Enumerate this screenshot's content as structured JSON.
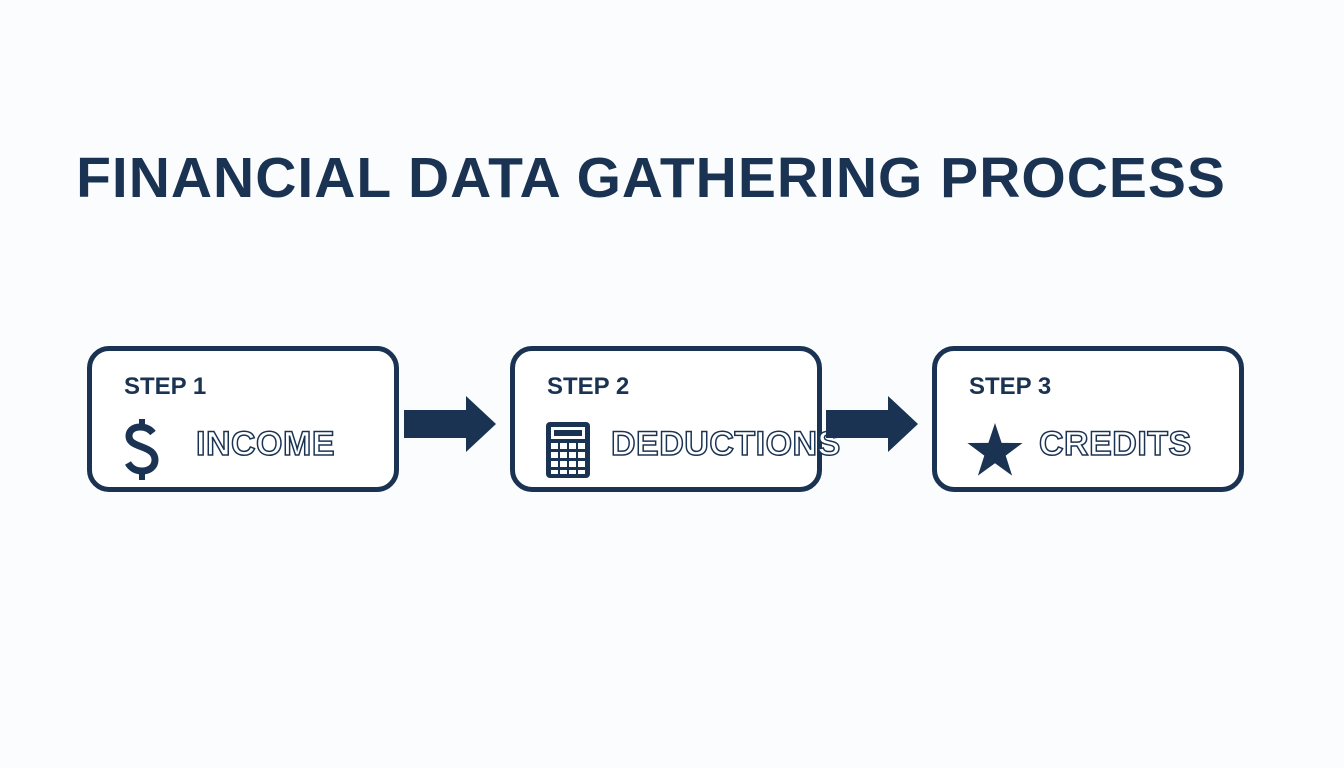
{
  "title": "FINANCIAL DATA GATHERING PROCESS",
  "colors": {
    "primary": "#1a3352",
    "background": "#fbfcfd",
    "box_fill": "#ffffff"
  },
  "steps": [
    {
      "label": "STEP 1",
      "name": "INCOME",
      "icon": "dollar-icon"
    },
    {
      "label": "STEP 2",
      "name": "DEDUCTIONS",
      "icon": "calculator-icon"
    },
    {
      "label": "STEP 3",
      "name": "CREDITS",
      "icon": "star-icon"
    }
  ],
  "connectors": [
    {
      "from": "STEP 1",
      "to": "STEP 2",
      "icon": "arrow-right-icon"
    },
    {
      "from": "STEP 2",
      "to": "STEP 3",
      "icon": "arrow-right-icon"
    }
  ]
}
